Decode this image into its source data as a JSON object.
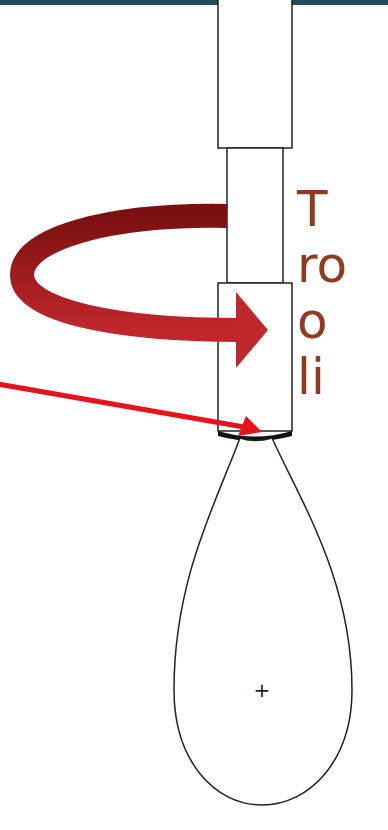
{
  "diagram": {
    "labels": [
      "T",
      "ro",
      "o",
      "li",
      "+"
    ]
  }
}
